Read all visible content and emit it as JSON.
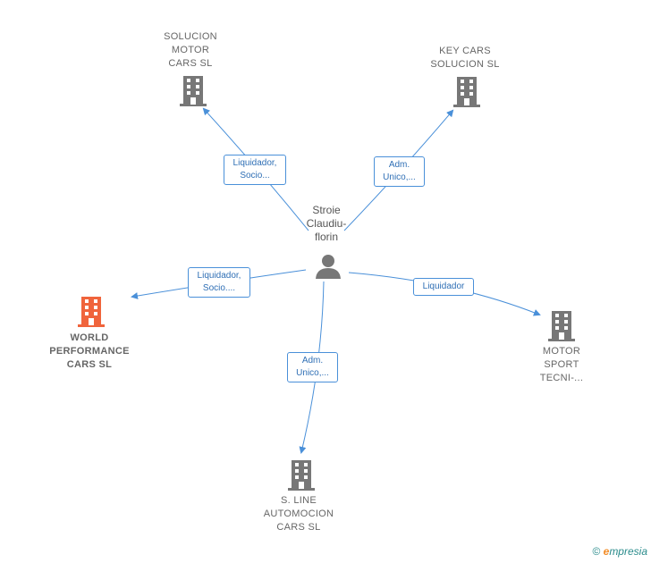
{
  "colors": {
    "edge": "#4a90d9",
    "building_default": "#777777",
    "building_highlight": "#f0643c",
    "person": "#777777"
  },
  "person": {
    "name": "Stroie\nClaudiu-\nflorin",
    "icon": "person-icon"
  },
  "companies": {
    "solucion_motor": {
      "name": "SOLUCION\nMOTOR\nCARS  SL",
      "icon": "building-icon"
    },
    "key_cars": {
      "name": "KEY CARS\nSOLUCION  SL",
      "icon": "building-icon"
    },
    "world_performance": {
      "name": "WORLD\nPERFORMANCE\nCARS  SL",
      "icon": "building-icon",
      "highlighted": true
    },
    "motor_sport": {
      "name": "MOTOR\nSPORT\nTECNI-...",
      "icon": "building-icon"
    },
    "s_line": {
      "name": "S.  LINE\nAUTOMOCION\nCARS  SL",
      "icon": "building-icon"
    }
  },
  "relations": {
    "solucion_motor": "Liquidador,\nSocio...",
    "key_cars": "Adm.\nUnico,...",
    "world_performance": "Liquidador,\nSocio....",
    "motor_sport": "Liquidador",
    "s_line": "Adm.\nUnico,..."
  },
  "footer": {
    "copyright": "©",
    "brand_first": "e",
    "brand_rest": "mpresia"
  }
}
